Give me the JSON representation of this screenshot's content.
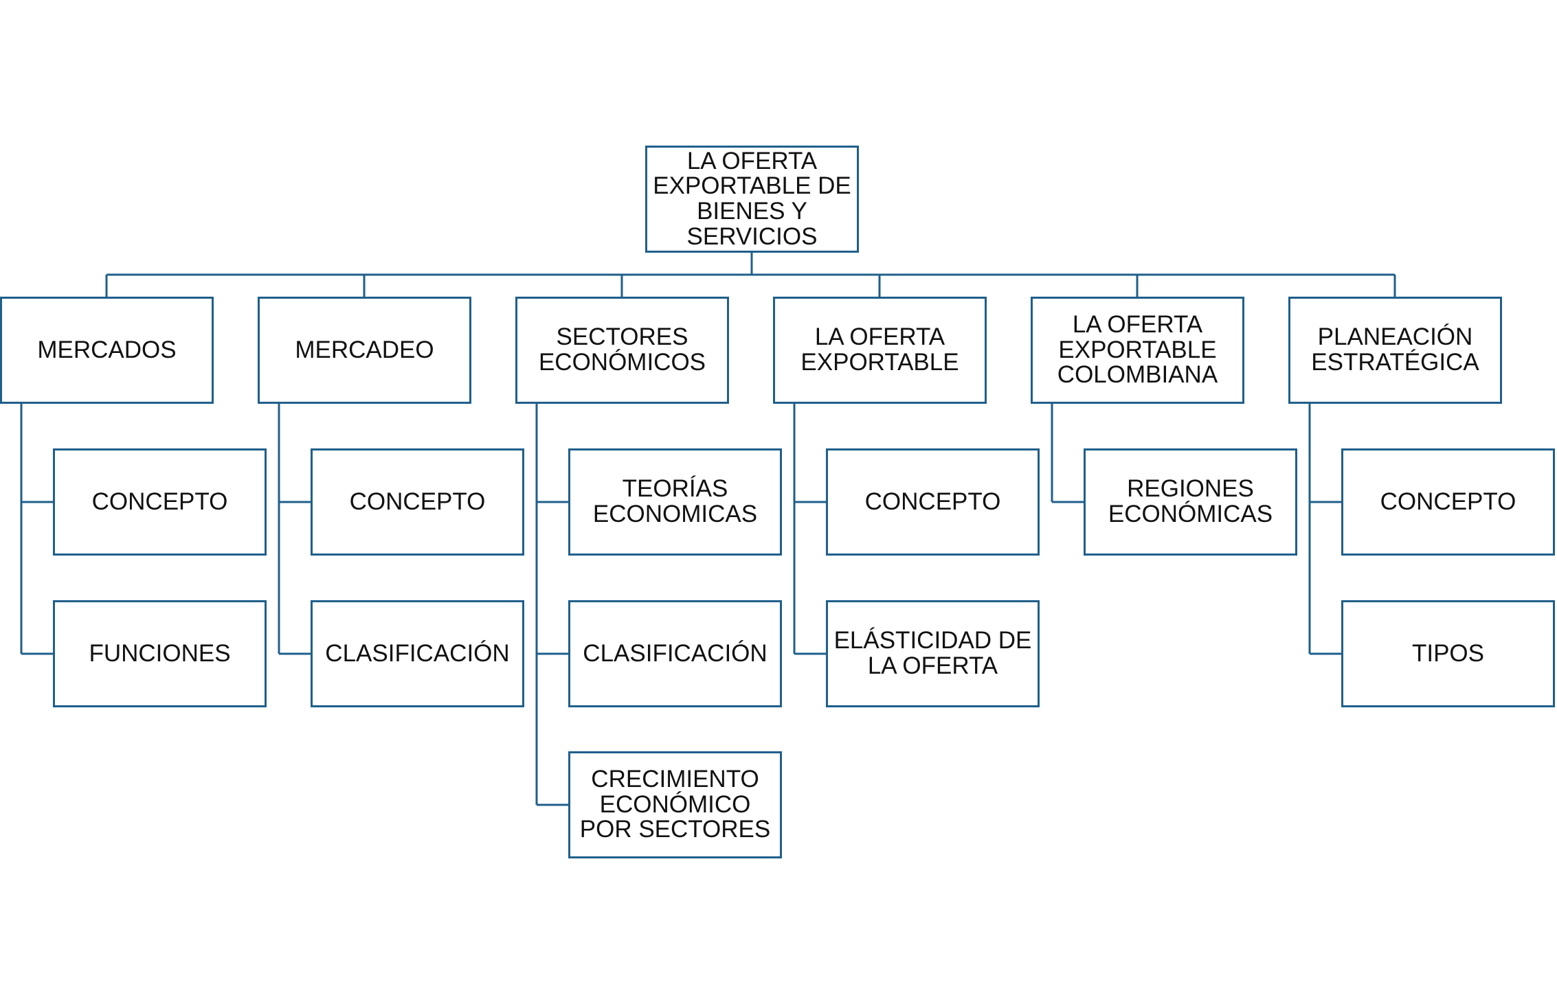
{
  "diagram": {
    "root": "LA OFERTA\nEXPORTABLE DE\nBIENES Y\nSERVICIOS",
    "categories": [
      {
        "label": "MERCADOS",
        "children": [
          "CONCEPTO",
          "FUNCIONES"
        ]
      },
      {
        "label": "MERCADEO",
        "children": [
          "CONCEPTO",
          "CLASIFICACIÓN"
        ]
      },
      {
        "label": "SECTORES\nECONÓMICOS",
        "children": [
          "TEORÍAS\nECONOMICAS",
          "CLASIFICACIÓN",
          "CRECIMIENTO\nECONÓMICO\nPOR SECTORES"
        ]
      },
      {
        "label": "LA OFERTA\nEXPORTABLE",
        "children": [
          "CONCEPTO",
          "ELÁSTICIDAD DE\nLA OFERTA"
        ]
      },
      {
        "label": "LA OFERTA\nEXPORTABLE\nCOLOMBIANA",
        "children": [
          "REGIONES\nECONÓMICAS"
        ]
      },
      {
        "label": "PLANEACIÓN\nESTRATÉGICA",
        "children": [
          "CONCEPTO",
          "TIPOS"
        ]
      }
    ],
    "colors": {
      "border": "#1f5f8b",
      "line": "#1f5f8b",
      "text": "#111111"
    }
  }
}
